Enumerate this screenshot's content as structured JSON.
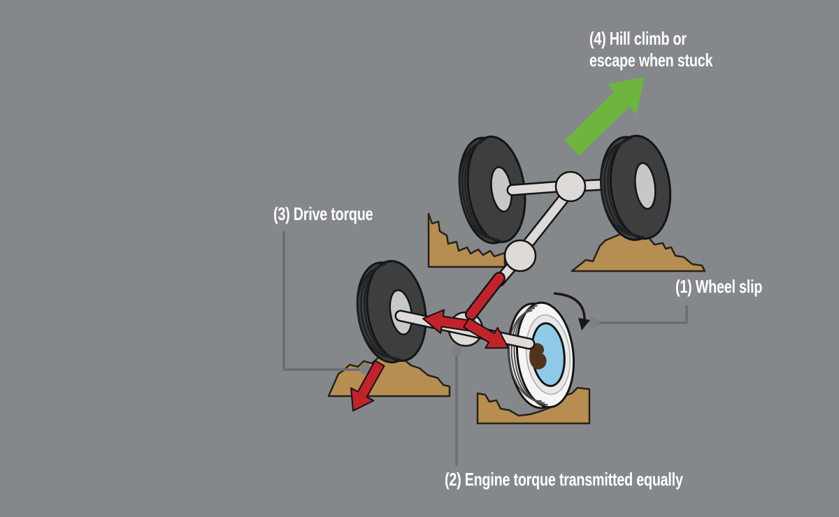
{
  "diagram": {
    "subject": "Four-wheel-drive torque transfer with one wheel slipping",
    "annotations": {
      "wheel_slip": "(1) Wheel slip",
      "engine_torque": "(2) Engine torque transmitted equally",
      "drive_torque": "(3) Drive torque",
      "hill_climb_line1": "(4) Hill climb or",
      "hill_climb_line2": "escape when stuck"
    },
    "icons": [
      {
        "name": "hill-climb-arrow-icon",
        "meaning": "green block arrow pointing up-right: hill climb / escape direction",
        "color": "#6db53e"
      },
      {
        "name": "driveshaft-torque-arrow-icon",
        "meaning": "red arrow along driveshaft splitting equally to both front wheels",
        "color": "#c2232b"
      },
      {
        "name": "drive-torque-arrow-icon",
        "meaning": "red arrow at gripping wheel showing drive torque into ground",
        "color": "#c2232b"
      },
      {
        "name": "wheel-rotation-arrow-icon",
        "meaning": "black curved arrow: slipping wheel spinning freely",
        "color": "#191919"
      }
    ],
    "parts": [
      {
        "name": "rear-left-wheel"
      },
      {
        "name": "rear-right-wheel"
      },
      {
        "name": "front-left-wheel"
      },
      {
        "name": "slipping-front-wheel"
      },
      {
        "name": "rear-differential"
      },
      {
        "name": "center-joint"
      },
      {
        "name": "front-differential"
      },
      {
        "name": "driveshaft"
      },
      {
        "name": "axles"
      },
      {
        "name": "dirt-mounds"
      }
    ]
  },
  "colors": {
    "background": "#85888a",
    "label_text": "#ffffff",
    "tire_dark": "#3d3e40",
    "tread_dark": "#1f2022",
    "tire_outline": "#141414",
    "hub_gray": "#c6c7c9",
    "axle_gray": "#dedad7",
    "dirt_tan": "#b68e51",
    "dirt_outline": "#27221a",
    "arrow_red": "#c2232b",
    "arrow_green": "#6db53e",
    "leader_gray": "#6b6d70",
    "dot_gray": "#7e8083",
    "slip_wheel_white": "#f5f5f5",
    "slip_wheel_face": "#e8e8e8",
    "slip_hub_blue": "#8fcbe9",
    "mud_brown": "#53331d",
    "rotation_black": "#191919"
  }
}
